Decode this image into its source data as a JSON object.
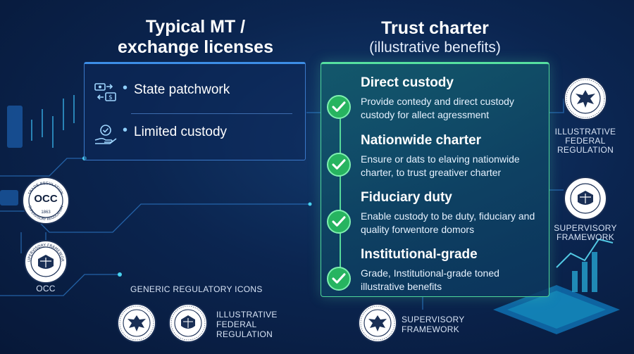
{
  "left_panel": {
    "title_line1": "Typical MT /",
    "title_line2": "exchange licenses",
    "items": [
      {
        "label": "State patchwork",
        "icon": "money-transfer-icon"
      },
      {
        "label": "Limited custody",
        "icon": "hand-shield-icon"
      }
    ]
  },
  "right_panel": {
    "title": "Trust charter",
    "subtitle": "(illustrative benefits)",
    "benefits": [
      {
        "title": "Direct custody",
        "description": "Provide contedy and direct custody custody for allect agressment"
      },
      {
        "title": "Nationwide charter",
        "description": "Ensure or dats to elaving nationwide charter, to trust greativer charter"
      },
      {
        "title": "Fiduciary duty",
        "description": "Enable custody to be duty, fiduciary and quality forwentore domors"
      },
      {
        "title": "Institutional-grade",
        "description": "Grade, Institutional-grade toned illustrative benefits"
      }
    ]
  },
  "left_seals": {
    "occ_badge": "OCC",
    "occ_ring_top": "TRADE REGULATION",
    "occ_ring_bottom": "SUPERVISORY REGULATION",
    "occ_year": "1863",
    "seal2_ring": "SUPERVISORY FRAMEWORK",
    "occ_label": "OCC"
  },
  "right_seals": {
    "label1_line1": "ILLUSTRATIVE",
    "label1_line2": "FEDERAL",
    "label1_line3": "REGULATION",
    "label2_line1": "SUPERVISORY",
    "label2_line2": "FRAMEWORK"
  },
  "bottom": {
    "generic_title": "GENERIC REGULATORY ICONS",
    "label_a_line1": "ILLUSTRATIVE",
    "label_a_line2": "FEDERAL",
    "label_a_line3": "REGULATION",
    "label_b_line1": "SUPERVISORY",
    "label_b_line2": "FRAMEWORK"
  },
  "colors": {
    "background": "#0b2550",
    "left_panel_border": "#3a78c8",
    "right_panel_border": "#4fd79a",
    "check_green": "#27b460",
    "accent_cyan": "#4fe3ff"
  }
}
